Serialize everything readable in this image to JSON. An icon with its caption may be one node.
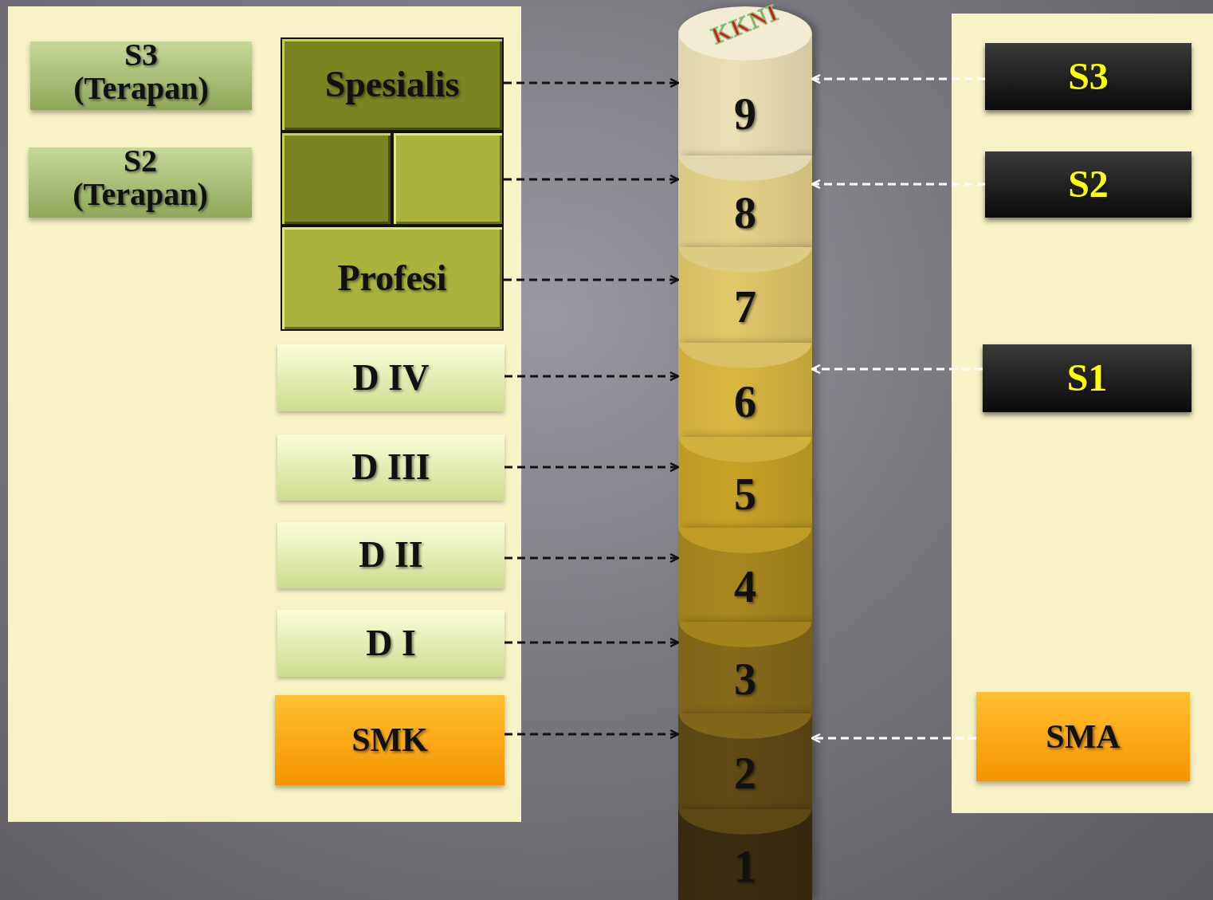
{
  "diagram": {
    "nodes": [
      {
        "text": [],
        "shape": "box"
      },
      {
        "text": [
          "S3 (Terapan)"
        ],
        "in": 0
      },
      {
        "text": [
          "S2 (Terapan)"
        ],
        "in": 0
      },
      {
        "text": [
          "Spesialis"
        ],
        "in": 0
      },
      {
        "text": [],
        "shape": "box",
        "in": 0
      },
      {
        "text": [],
        "shape": "box",
        "in": 0
      },
      {
        "text": [
          "Profesi"
        ],
        "in": 0
      },
      {
        "text": [
          "D IV"
        ],
        "in": 0
      },
      {
        "text": [
          "D III"
        ],
        "in": 0
      },
      {
        "text": [
          "D II"
        ],
        "in": 0
      },
      {
        "text": [
          "D I"
        ],
        "in": 0
      },
      {
        "text": [
          "SMK"
        ],
        "in": 0
      },
      {
        "text": [
          "KKNI",
          "9"
        ]
      },
      {
        "text": [
          "8"
        ]
      },
      {
        "text": [
          "7"
        ]
      },
      {
        "text": [
          "6"
        ]
      },
      {
        "text": [
          "5"
        ]
      },
      {
        "text": [
          "4"
        ]
      },
      {
        "text": [
          "3"
        ]
      },
      {
        "text": [
          "2"
        ]
      },
      {
        "text": [
          "1"
        ]
      },
      {
        "text": [],
        "shape": "box"
      },
      {
        "text": [
          "S3"
        ],
        "in": 21
      },
      {
        "text": [
          "S2"
        ],
        "in": 21
      },
      {
        "text": [
          "S1"
        ],
        "in": 21
      },
      {
        "text": [
          "SMA"
        ],
        "in": 21
      }
    ],
    "edges": [
      {
        "from": 3,
        "to": 12,
        "arrow": "to",
        "style": "dashed"
      },
      {
        "from": 5,
        "to": 13,
        "arrow": "to",
        "style": "dashed"
      },
      {
        "from": 6,
        "to": 14,
        "arrow": "to",
        "style": "dashed"
      },
      {
        "from": 7,
        "to": 15,
        "arrow": "to",
        "style": "dashed"
      },
      {
        "from": 8,
        "to": 16,
        "arrow": "to",
        "style": "dashed"
      },
      {
        "from": 9,
        "to": 17,
        "arrow": "to",
        "style": "dashed"
      },
      {
        "from": 10,
        "to": 18,
        "arrow": "to",
        "style": "dashed"
      },
      {
        "from": 11,
        "to": 19,
        "arrow": "to",
        "style": "dashed"
      },
      {
        "from": 22,
        "to": 12,
        "arrow": "to",
        "style": "dashed",
        "color": "#ffffff"
      },
      {
        "from": 23,
        "to": 13,
        "arrow": "to",
        "style": "dashed",
        "color": "#ffffff"
      },
      {
        "from": 24,
        "to": 15,
        "arrow": "to",
        "style": "dashed",
        "color": "#ffffff"
      },
      {
        "from": 25,
        "to": 19,
        "arrow": "to",
        "style": "dashed",
        "color": "#ffffff"
      }
    ]
  }
}
